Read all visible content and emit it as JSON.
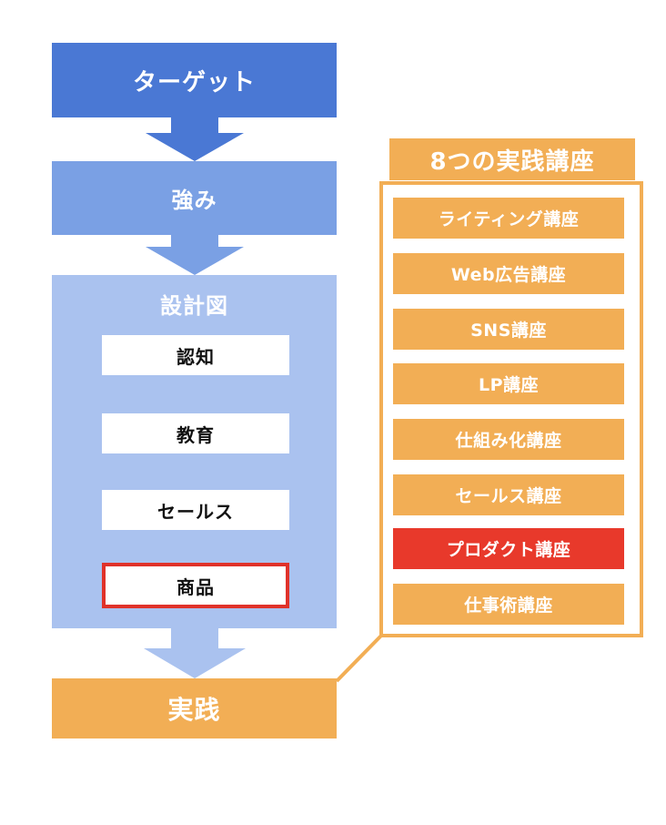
{
  "flow": {
    "target": "ターゲット",
    "strength": "強み",
    "blueprint": {
      "title": "設計図",
      "steps": [
        "認知",
        "教育",
        "セールス",
        "商品"
      ]
    },
    "practice": "実践"
  },
  "courses": {
    "title": "8つの実践講座",
    "items": [
      "ライティング講座",
      "Web広告講座",
      "SNS講座",
      "LP講座",
      "仕組み化講座",
      "セールス講座",
      "プロダクト講座",
      "仕事術講座"
    ],
    "highlighted_index": 6
  },
  "colors": {
    "target": "#4a78d4",
    "strength": "#7aa0e4",
    "blueprint": "#aac2ef",
    "practice": "#f2ae55",
    "highlight": "#e8392b"
  }
}
